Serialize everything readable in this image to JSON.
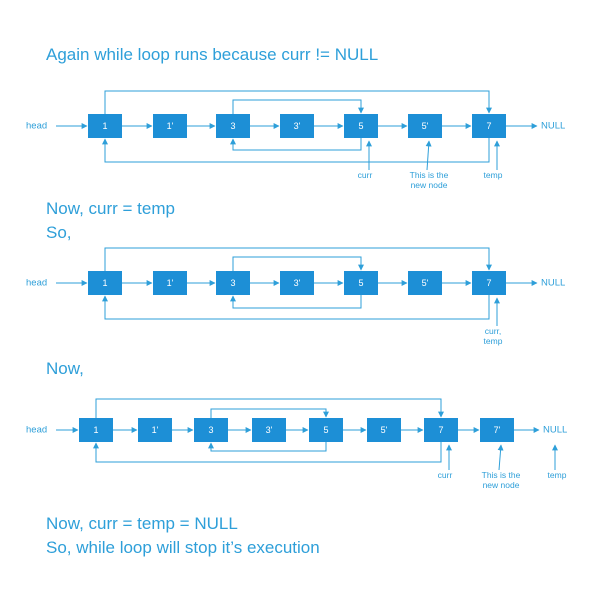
{
  "text": {
    "heading_1": "Again  while loop runs because curr != NULL",
    "heading_2a": "Now,   curr  =  temp",
    "heading_2b": "So,",
    "heading_3": "Now,",
    "heading_4a": "Now,   curr  =  temp  =  NULL",
    "heading_4b": "So,   while loop will stop it’s execution"
  },
  "labels": {
    "head": "head",
    "null": "NULL"
  },
  "diagrams": [
    {
      "nodes": [
        "1",
        "1'",
        "3",
        "3'",
        "5",
        "5'",
        "7"
      ],
      "annotations": [
        {
          "at_node": 4,
          "lines": [
            "curr"
          ]
        },
        {
          "at_node": 5,
          "lines": [
            "This is the",
            "new node"
          ]
        },
        {
          "at_node": 6,
          "lines": [
            "temp"
          ]
        }
      ]
    },
    {
      "nodes": [
        "1",
        "1'",
        "3",
        "3'",
        "5",
        "5'",
        "7"
      ],
      "annotations": [
        {
          "at_node": 6,
          "lines": [
            "curr,",
            "temp"
          ]
        }
      ]
    },
    {
      "nodes": [
        "1",
        "1'",
        "3",
        "3'",
        "5",
        "5'",
        "7",
        "7'"
      ],
      "annotations": [
        {
          "at_node": 6,
          "lines": [
            "curr"
          ]
        },
        {
          "at_node": 7,
          "lines": [
            "This is the",
            "new node"
          ]
        },
        {
          "at_null": true,
          "lines": [
            "temp"
          ]
        }
      ]
    }
  ]
}
